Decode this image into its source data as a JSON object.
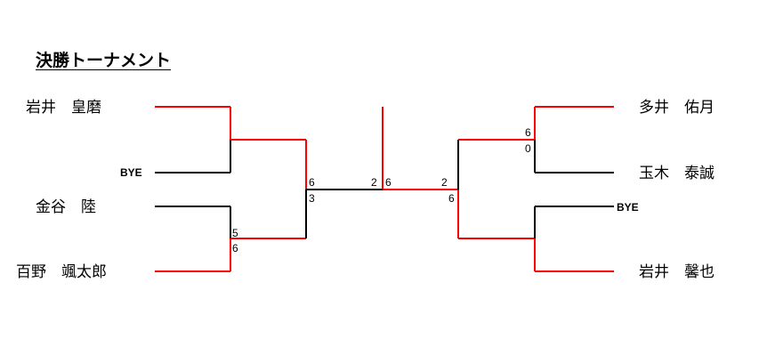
{
  "title": "決勝トーナメント",
  "colors": {
    "winner": "#ff0000",
    "line": "#000000"
  },
  "left": {
    "players": [
      "岩井　皇磨",
      "金谷　陸",
      "百野　颯太郎"
    ],
    "bye": "BYE",
    "scores": {
      "semi_top": "6",
      "semi_bottom": "3",
      "qf_top": "5",
      "qf_bottom": "6"
    }
  },
  "right": {
    "players": [
      "多井　佑月",
      "玉木　泰誠",
      "岩井　馨也"
    ],
    "bye": "BYE",
    "scores": {
      "qf_top": "6",
      "qf_bottom": "0",
      "semi_top": "2",
      "semi_bottom": "6"
    }
  },
  "final": {
    "left_score": "2",
    "right_score": "6"
  }
}
